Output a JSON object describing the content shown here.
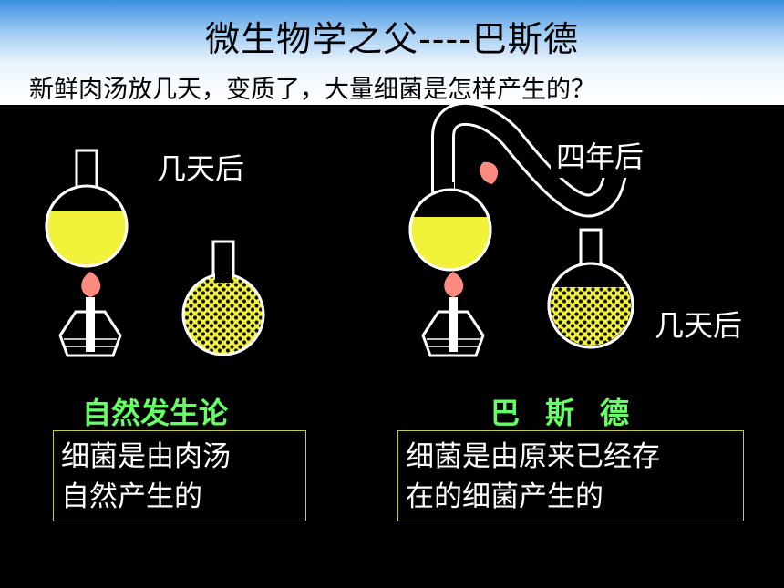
{
  "title": "微生物学之父----巴斯德",
  "question": "新鲜肉汤放几天，变质了，大量细菌是怎样产生的？",
  "left": {
    "label_after": "几天后",
    "theory_name": "自然发生论",
    "claim_line1": "细菌是由肉汤",
    "claim_line2": "自然产生的"
  },
  "right": {
    "label_years": "四年后",
    "label_after": "几天后",
    "theory_name": "巴斯德",
    "claim_line1": "细菌是由原来已经存",
    "claim_line2": "在的细菌产生的"
  },
  "colors": {
    "broth": "#f2f23a",
    "flame": "#ff8a80",
    "theory": "#66ff66",
    "box_border": "#c8c850"
  }
}
